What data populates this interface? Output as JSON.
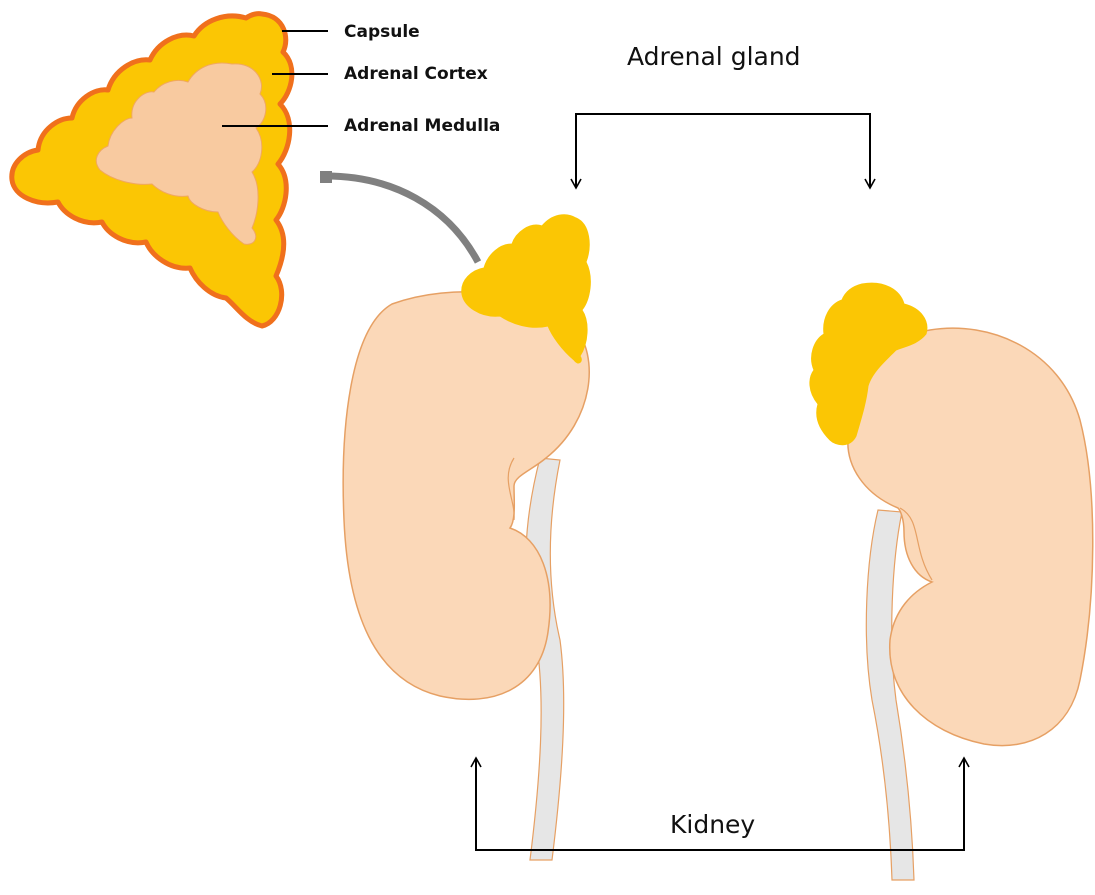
{
  "labels": {
    "capsule": "Capsule",
    "adrenal_cortex": "Adrenal Cortex",
    "adrenal_medulla": "Adrenal Medulla",
    "adrenal_gland": "Adrenal gland",
    "kidney": "Kidney"
  },
  "colors": {
    "capsule": "#f0701c",
    "cortex": "#fbc604",
    "medulla": "#f8caa0",
    "kidney_fill": "#fbd8b8",
    "kidney_outline": "#e6a064",
    "ureter_fill": "#e6e6e6",
    "callout_arrow": "#808080",
    "lines": "#000000"
  }
}
